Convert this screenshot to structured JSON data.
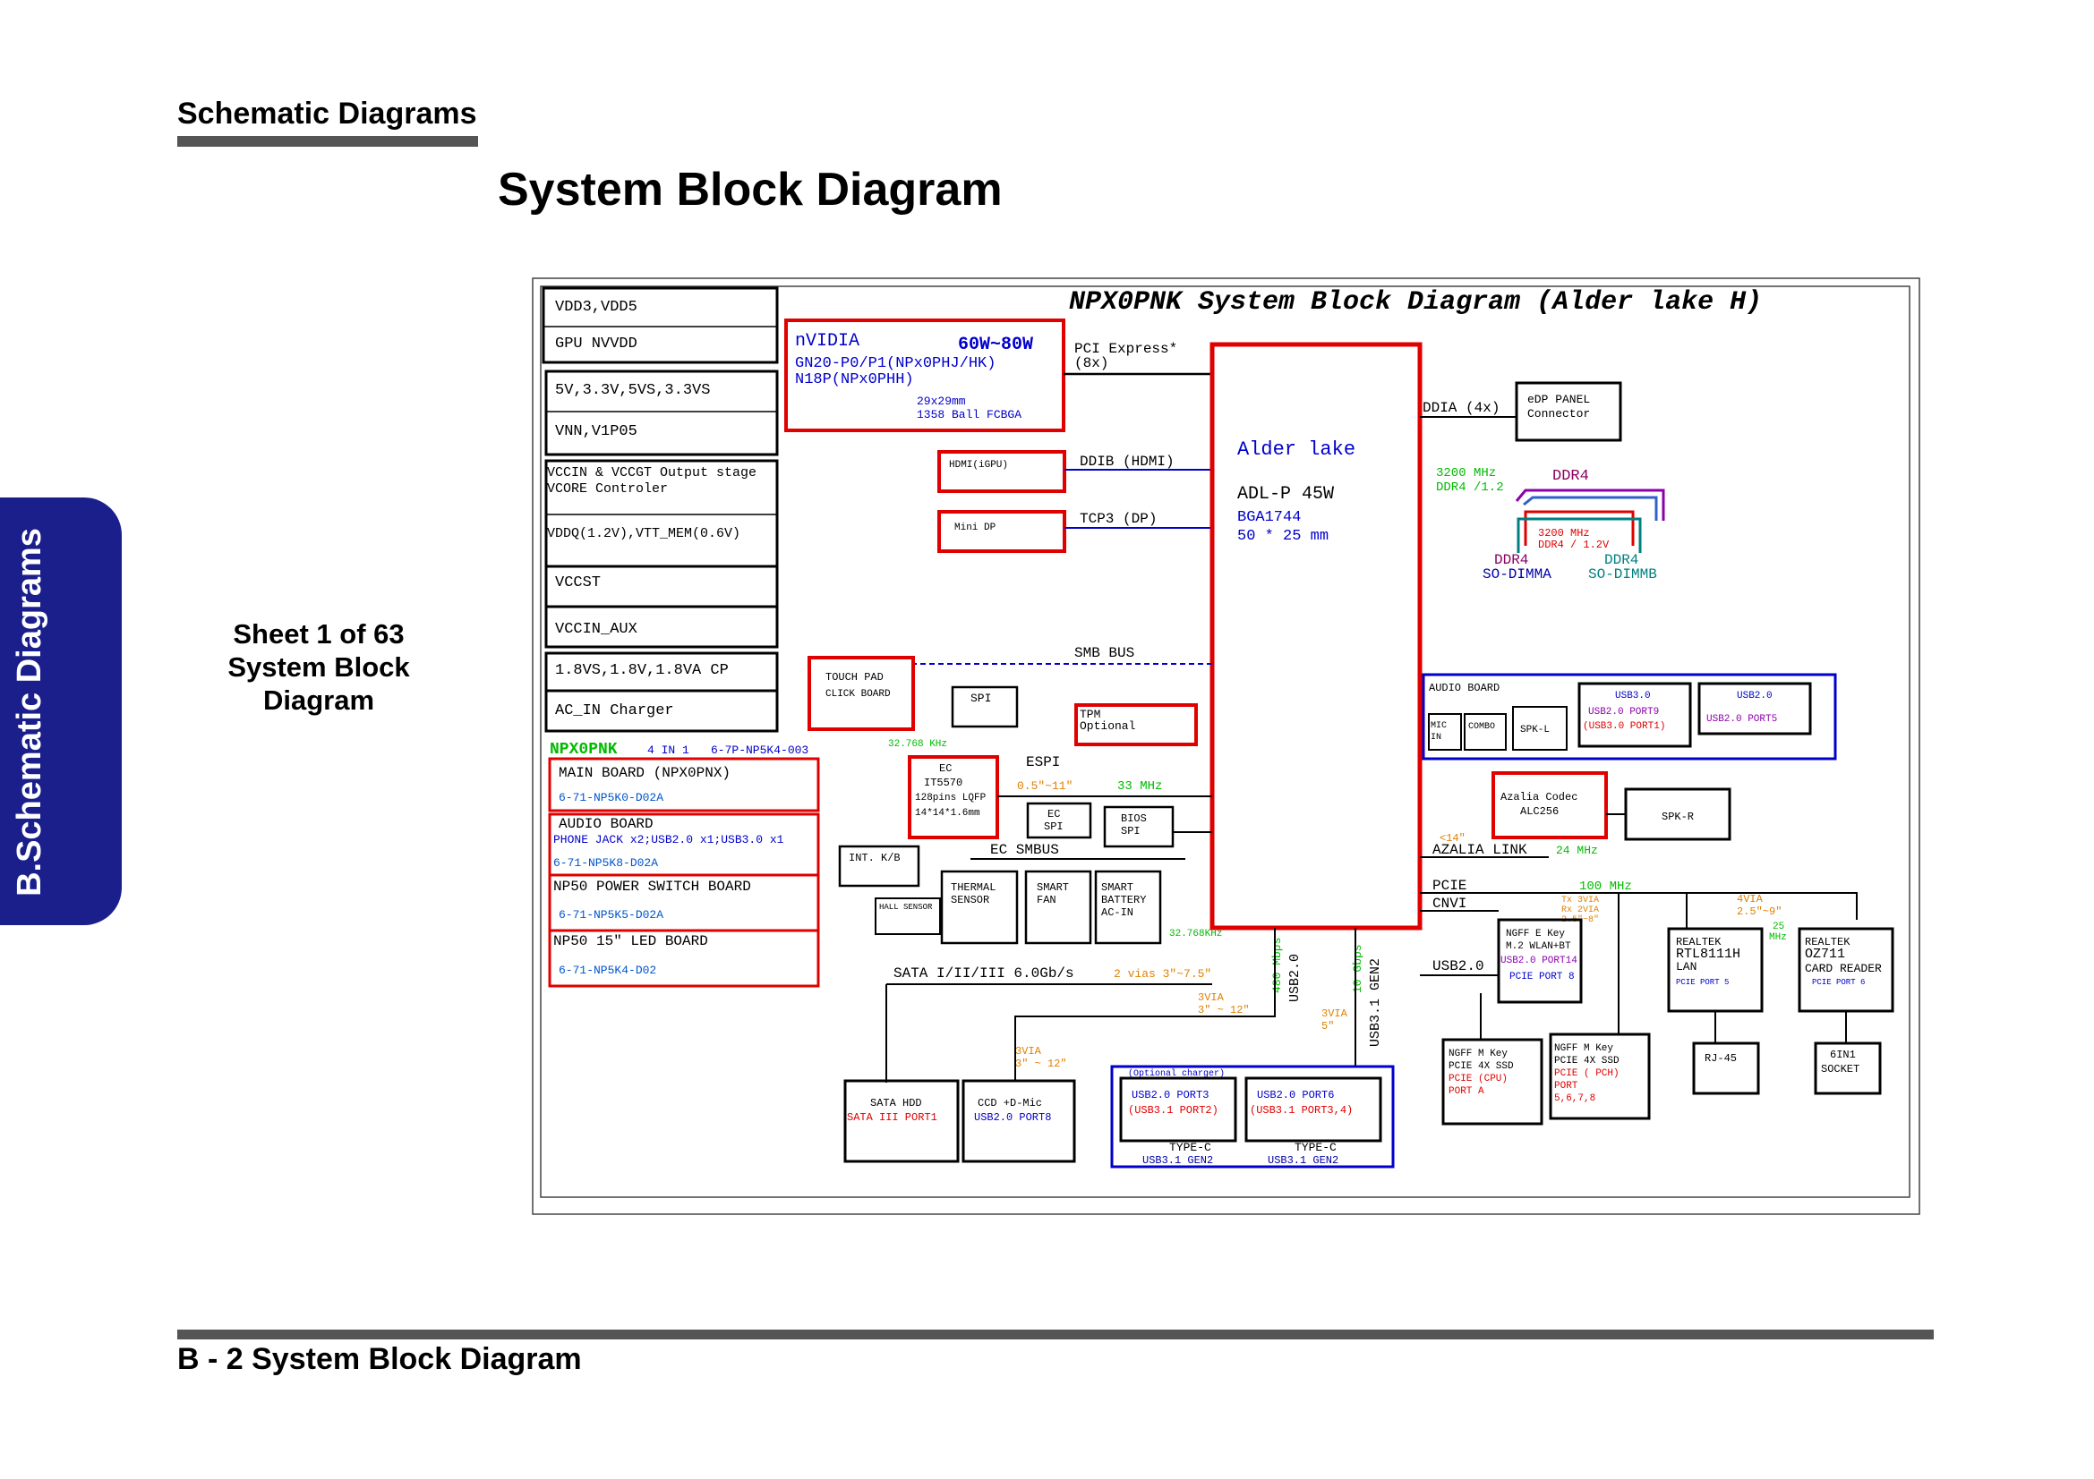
{
  "header": {
    "section": "Schematic  Diagrams",
    "title": "System Block Diagram"
  },
  "sidetab": {
    "label": "B.Schematic Diagrams"
  },
  "sheet": {
    "line1": "Sheet 1 of 63",
    "line2": "System Block",
    "line3": "Diagram"
  },
  "footer": {
    "label": "B - 2   System Block Diagram"
  },
  "colors": {
    "accent_blue": "#1a1f8c",
    "red": "#e00000",
    "blue_text": "#0000cc",
    "green_text": "#00bb00",
    "orange_text": "#e08000"
  },
  "diagram": {
    "title": "NPX0PNK System Block Diagram (Alder lake H)",
    "power_rails": [
      "VDD3,VDD5",
      "GPU NVVDD",
      "5V,3.3V,5VS,3.3VS",
      "VNN,V1P05",
      "VCCIN & VCCGT Output stage",
      "VCORE  Controler",
      "VDDQ(1.2V),VTT_MEM(0.6V)",
      "VCCST",
      "VCCIN_AUX",
      "1.8VS,1.8V,1.8VA CP",
      "AC_IN  Charger"
    ],
    "boards": {
      "title": "NPX0PNK",
      "title_note": "4 IN 1",
      "title_code": "6-7P-NP5K4-003",
      "main": "MAIN BOARD    (NPX0PNX)",
      "main_code": "6-71-NP5K0-D02A",
      "audio": "AUDIO BOARD",
      "audio_detail": "PHONE JACK x2;USB2.0 x1;USB3.0 x1",
      "audio_code": "6-71-NP5K8-D02A",
      "power": "NP50 POWER SWITCH BOARD",
      "power_code": "6-71-NP5K5-D02A",
      "led": "NP50 15\" LED BOARD",
      "led_code": "6-71-NP5K4-D02"
    },
    "gpu": {
      "brand": "nVIDIA",
      "power": "60W~80W",
      "line1": "GN20-P0/P1(NPx0PHJ/HK)",
      "line2": "N18P(NPx0PHH)",
      "pkg1": "29x29mm",
      "pkg2": "1358 Ball FCBGA"
    },
    "pcie_link": "PCI  Express*",
    "pcie_width": "(8x)",
    "hdmi": "HDMI(iGPU)",
    "ddib": "DDIB  (HDMI)",
    "minidp": "Mini DP",
    "tcp3": "TCP3  (DP)",
    "cpu": {
      "name": "Alder lake",
      "model": "ADL-P 45W",
      "pkg": "BGA1744",
      "size": "50 * 25 mm"
    },
    "edp": {
      "link": "DDIA  (4x)",
      "line1": "eDP PANEL",
      "line2": "Connector"
    },
    "ddr": {
      "speed": "3200 MHz",
      "type": "DDR4 /1.2",
      "bus": "DDR4",
      "speed2": "3200 MHz",
      "type2": "DDR4 / 1.2V",
      "slot_a1": "DDR4",
      "slot_a2": "SO-DIMMA",
      "slot_b1": "DDR4",
      "slot_b2": "SO-DIMMB"
    },
    "smb": "SMB BUS",
    "touchpad": {
      "line1": "TOUCH PAD",
      "line2": "CLICK BOARD"
    },
    "spi": "SPI",
    "tpm": {
      "line1": "TPM",
      "line2": "Optional"
    },
    "ec": {
      "clock": "32.768 KHz",
      "line1": "EC",
      "line2": "IT5570",
      "line3": "128pins LQFP",
      "line4": "14*14*1.6mm",
      "espi": "ESPI",
      "espi_len": "0.5\"~11\"",
      "espi_freq": "33 MHz"
    },
    "ec_spi": {
      "line1": "EC",
      "line2": "SPI"
    },
    "bios": {
      "line1": "BIOS",
      "line2": "SPI"
    },
    "kbd": "INT. K/B",
    "ec_smbus": "EC SMBUS",
    "hall": "HALL SENSOR",
    "thermal": {
      "line1": "THERMAL",
      "line2": "SENSOR"
    },
    "fan": {
      "line1": "SMART",
      "line2": "FAN"
    },
    "battery": {
      "line1": "SMART",
      "line2": "BATTERY",
      "line3": "AC-IN"
    },
    "rtc_clock": "32.768KHz",
    "sata_bus": "SATA I/II/III 6.0Gb/s",
    "sata_len": "2 vias 3\"~7.5\"",
    "usb_480": "480 Mbps",
    "usb2_label": "USB2.0",
    "usb_10g": "10 Gbps",
    "usb3_label": "USB3.1 GEN2",
    "via1": {
      "l1": "3VIA",
      "l2": "3\" ~ 12\""
    },
    "via2": {
      "l1": "3VIA",
      "l2": "3\" ~ 12\""
    },
    "via3": {
      "l1": "3VIA",
      "l2": "5\""
    },
    "hdd": {
      "line1": "SATA HDD",
      "line2": "SATA III  PORT1"
    },
    "ccd": {
      "line1": "CCD  +D-Mic",
      "line2": "USB2.0  PORT8"
    },
    "typec": {
      "optional": "(Optional  charger)",
      "a1": "USB2.0  PORT3",
      "a2": "(USB3.1  PORT2)",
      "a3": "TYPE-C",
      "a4": "USB3.1  GEN2",
      "b1": "USB2.0  PORT6",
      "b2": "(USB3.1  PORT3,4)",
      "b3": "TYPE-C",
      "b4": "USB3.1  GEN2"
    },
    "audio_board": {
      "title": "AUDIO BOARD",
      "mic1": "MIC",
      "mic2": "IN",
      "combo": "COMBO",
      "spkl": "SPK-L",
      "usb3_1": "USB3.0",
      "usb3_2": "USB2.0  PORT9",
      "usb3_3": "(USB3.0  PORT1)",
      "usb2_1": "USB2.0",
      "usb2_2": "USB2.0  PORT5"
    },
    "codec": {
      "line1": "Azalia  Codec",
      "line2": "ALC256",
      "len": "<14\"",
      "link": "AZALIA LINK",
      "freq": "24 MHz"
    },
    "spkr": "SPK-R",
    "pcie_cnvi": {
      "pcie": "PCIE",
      "cnvi": "CNVI",
      "freq": "100 MHz",
      "rx1": "Tx 3VIA",
      "rx2": "Rx 2VIA",
      "rx3": "2.5\"~8\""
    },
    "wlan": {
      "line1": "NGFF E Key",
      "line2": "M.2  WLAN+BT",
      "line3": "USB2.0  PORT14",
      "line4": "PCIE  PORT 8",
      "usb": "USB2.0"
    },
    "lan": {
      "line1": "REALTEK",
      "line2": "RTL8111H",
      "line3": "LAN",
      "line4": "PCIE PORT 5",
      "via1": "4VIA",
      "via2": "2.5\"~9\"",
      "mhz1": "25",
      "mhz2": "MHz"
    },
    "cardreader": {
      "line1": "REALTEK",
      "line2": "OZ711",
      "line3": "CARD READER",
      "line4": "PCIE PORT 6"
    },
    "rj45": "RJ-45",
    "socket": {
      "line1": "6IN1",
      "line2": "SOCKET"
    },
    "ssd1": {
      "line1": "NGFF M Key",
      "line2": "PCIE 4X SSD",
      "line3": "PCIE  (CPU)",
      "line4": "PORT A"
    },
    "ssd2": {
      "line1": "NGFF M Key",
      "line2": "PCIE 4X SSD",
      "line3": "PCIE ( PCH)",
      "line4": "PORT",
      "line5": "5,6,7,8"
    }
  }
}
